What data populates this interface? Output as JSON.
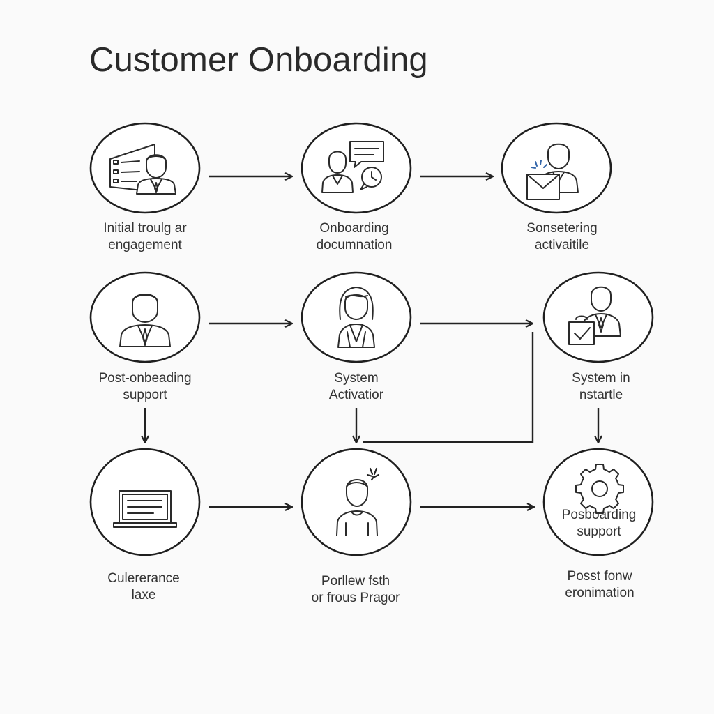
{
  "diagram": {
    "title": "Customer Onboarding",
    "steps": [
      {
        "id": "step-1",
        "line1": "Initial troulg ar",
        "line2": "engagement",
        "icon": "presenter-board-icon"
      },
      {
        "id": "step-2",
        "line1": "Onboarding",
        "line2": "documnation",
        "icon": "person-chat-clock-icon"
      },
      {
        "id": "step-3",
        "line1": "Sonsetering",
        "line2": "activaitile",
        "icon": "person-mail-icon"
      },
      {
        "id": "step-4",
        "line1": "Post-onbeading",
        "line2": "support",
        "icon": "businessman-icon"
      },
      {
        "id": "step-5",
        "line1": "System",
        "line2": "Activatior",
        "icon": "businesswoman-icon"
      },
      {
        "id": "step-6",
        "line1": "System in",
        "line2": "nstartle",
        "icon": "person-checkbox-icon"
      },
      {
        "id": "step-7",
        "line1": "Culererance",
        "line2": "laxe",
        "icon": "laptop-icon"
      },
      {
        "id": "step-8",
        "line1": "Porllew fsth",
        "line2": "or frous Pragor",
        "icon": "person-spark-icon"
      },
      {
        "id": "step-9",
        "line1": "Posst fonw",
        "line2": "eronimation",
        "icon": "gear-icon",
        "inner_line1": "Posboarding",
        "inner_line2": "support"
      }
    ]
  }
}
